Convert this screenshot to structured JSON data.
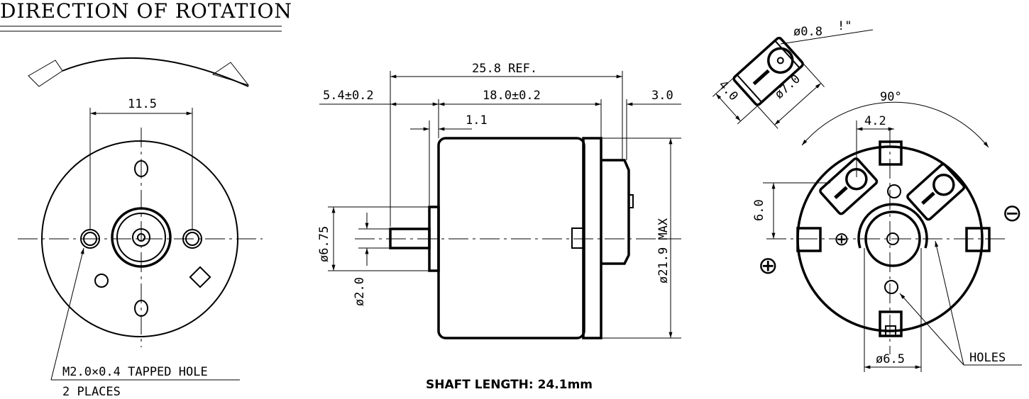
{
  "title": "DIRECTION OF ROTATION",
  "front_view": {
    "dim_hole_spacing": "11.5",
    "note_line1": "M2.0×0.4 TAPPED HOLE",
    "note_line2": "2 PLACES"
  },
  "side_view": {
    "dim_overall": "25.8 REF.",
    "dim_shaft": "5.4±0.2",
    "dim_body": "18.0±0.2",
    "dim_terminal": "3.0",
    "dim_flange": "1.1",
    "dim_boss_dia": "ø6.75",
    "dim_shaft_dia": "ø2.0",
    "dim_body_dia": "ø21.9 MAX",
    "shaft_length_note": "SHAFT LENGTH: 24.1mm"
  },
  "terminal_detail": {
    "dim_hole": "ø0.8",
    "mark": "!\"",
    "dim_width": "4.0",
    "dim_length": "ø7.0"
  },
  "rear_view": {
    "dim_angle": "90°",
    "dim_offset": "4.2",
    "dim_height": "6.0",
    "dim_bearing": "ø6.5",
    "holes_label": "HOLES",
    "plus_symbol": "⊕",
    "minus_symbol": "⊖"
  }
}
